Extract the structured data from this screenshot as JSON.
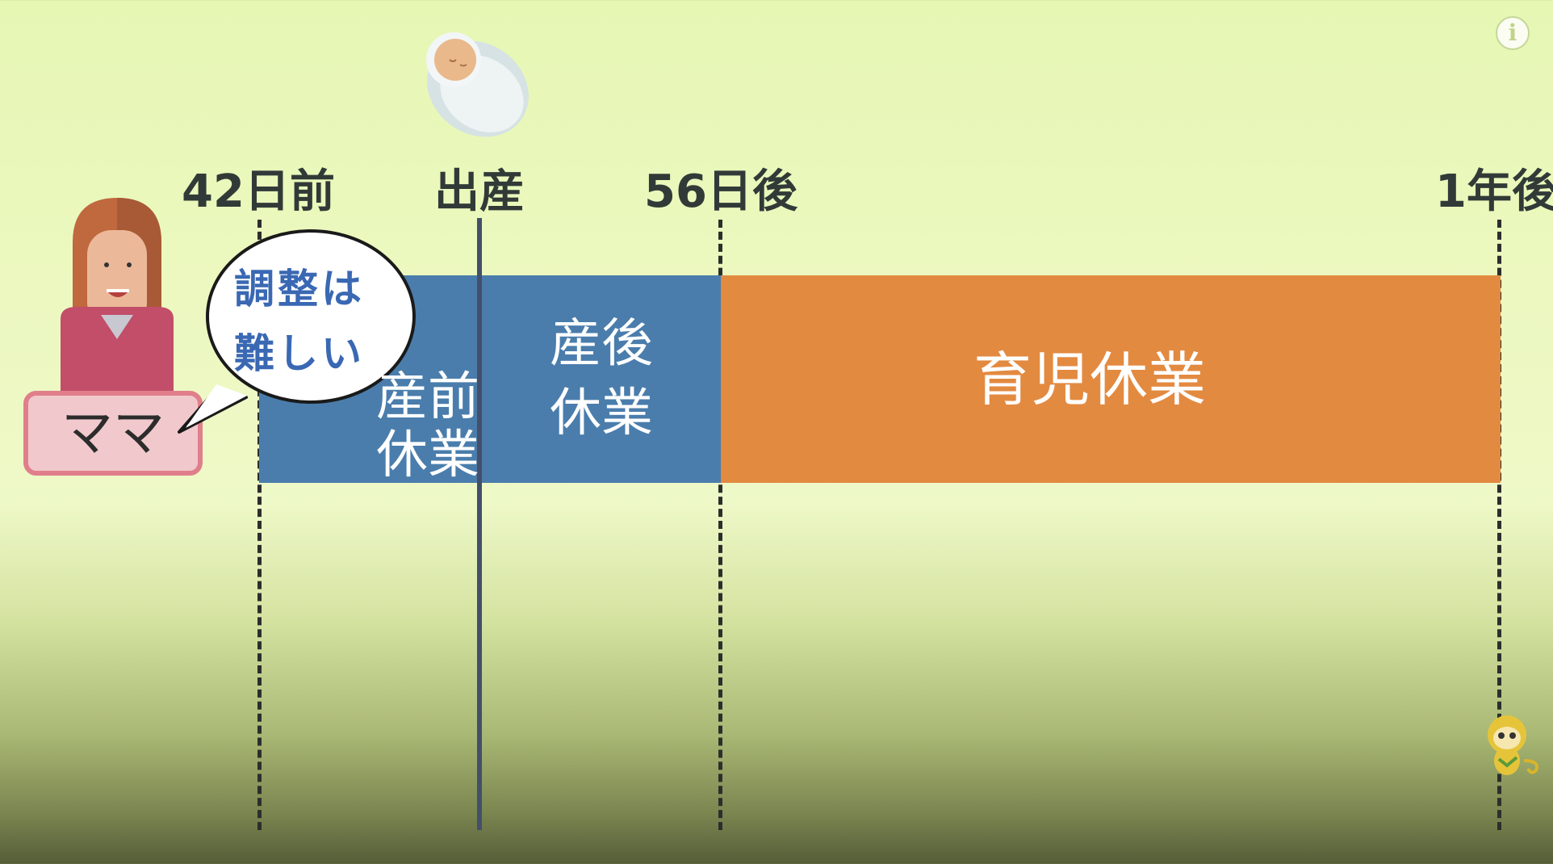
{
  "timeline": {
    "ticks": [
      {
        "label": "42日前",
        "style": "dashed"
      },
      {
        "label": "出産",
        "style": "solid"
      },
      {
        "label": "56日後",
        "style": "dashed"
      },
      {
        "label": "1年後",
        "style": "dashed"
      }
    ],
    "bars": [
      {
        "label_line1": "産前",
        "label_line2": "休業",
        "color": "#4a7dac"
      },
      {
        "label_line1": "産後",
        "label_line2": "休業",
        "color": "#4a7dac"
      },
      {
        "label": "育児休業",
        "color": "#e38a41"
      }
    ]
  },
  "character": {
    "name_label": "ママ",
    "speech_line1": "調整は",
    "speech_line2": "難しい",
    "speech_color": "#3a68b3"
  },
  "icons": {
    "info": "info-icon",
    "baby": "baby-icon",
    "mascot": "monkey-mascot-icon",
    "mother": "mother-avatar"
  }
}
